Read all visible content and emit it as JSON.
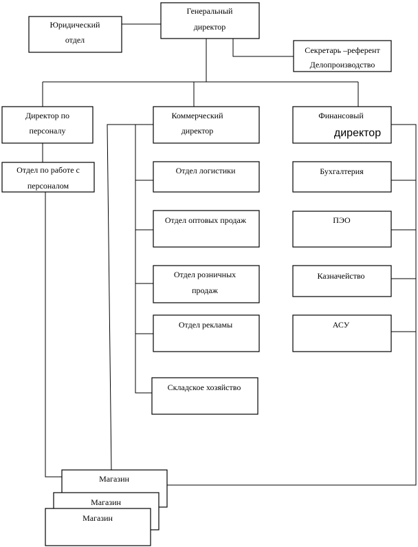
{
  "nodes": {
    "general_director": [
      "Генеральный",
      "директор"
    ],
    "legal_dept": [
      "Юридический",
      "отдел"
    ],
    "secretary": [
      "Секретарь –референт",
      "Делопроизводство"
    ],
    "hr_director": [
      "Директор по",
      "персоналу"
    ],
    "commercial_director": [
      "Коммерческий",
      "директор"
    ],
    "financial_director": [
      "Финансовый",
      "директор"
    ],
    "hr_dept": [
      "Отдел по работе с",
      "персоналом"
    ],
    "logistics": [
      "Отдел логистики"
    ],
    "wholesale": [
      "Отдел оптовых продаж"
    ],
    "retail": [
      "Отдел розничных",
      "продаж"
    ],
    "advertising": [
      "Отдел рекламы"
    ],
    "warehouse": [
      "Складское хозяйство"
    ],
    "accounting": [
      "Бухгалтерия"
    ],
    "peo": [
      "ПЭО"
    ],
    "treasury": [
      "Казначейство"
    ],
    "asu": [
      "АСУ"
    ],
    "store_1": [
      "Магазин"
    ],
    "store_2": [
      "Магазин"
    ],
    "store_3": [
      "Магазин"
    ]
  }
}
